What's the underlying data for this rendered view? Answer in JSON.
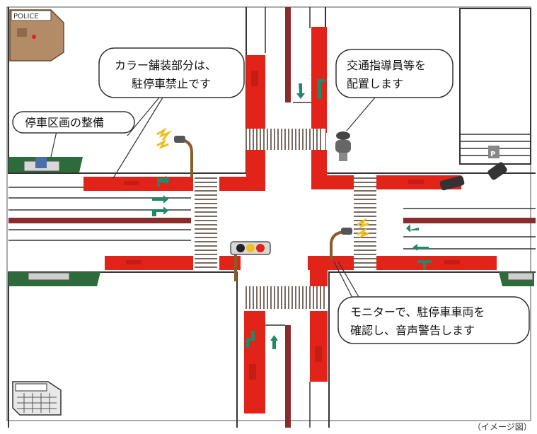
{
  "callouts": {
    "color_paving_line1": "カラー舗装部分は、",
    "color_paving_line2": "駐停車禁止です",
    "guide_staff_line1": "交通指導員等を",
    "guide_staff_line2": "配置します",
    "stop_area": "停車区画の整備",
    "monitor_line1": "モニターで、駐停車車両を",
    "monitor_line2": "確認し、音声警告します"
  },
  "labels": {
    "police": "POLICE",
    "parking": "P",
    "caption": "（イメージ図）"
  },
  "colors": {
    "red_paving": "#e2231a",
    "road_line": "#333333",
    "green_arrow": "#1f8a6a",
    "green_area": "#2e6b3a",
    "crosswalk": "#7a6a60"
  },
  "icons": {
    "police_box": "police-box-icon",
    "traffic_light": "traffic-light-icon",
    "camera": "monitor-camera-icon",
    "speaker": "speaker-icon",
    "guide_staff": "guide-staff-icon",
    "parked_car": "car-icon",
    "building": "building-icon"
  }
}
